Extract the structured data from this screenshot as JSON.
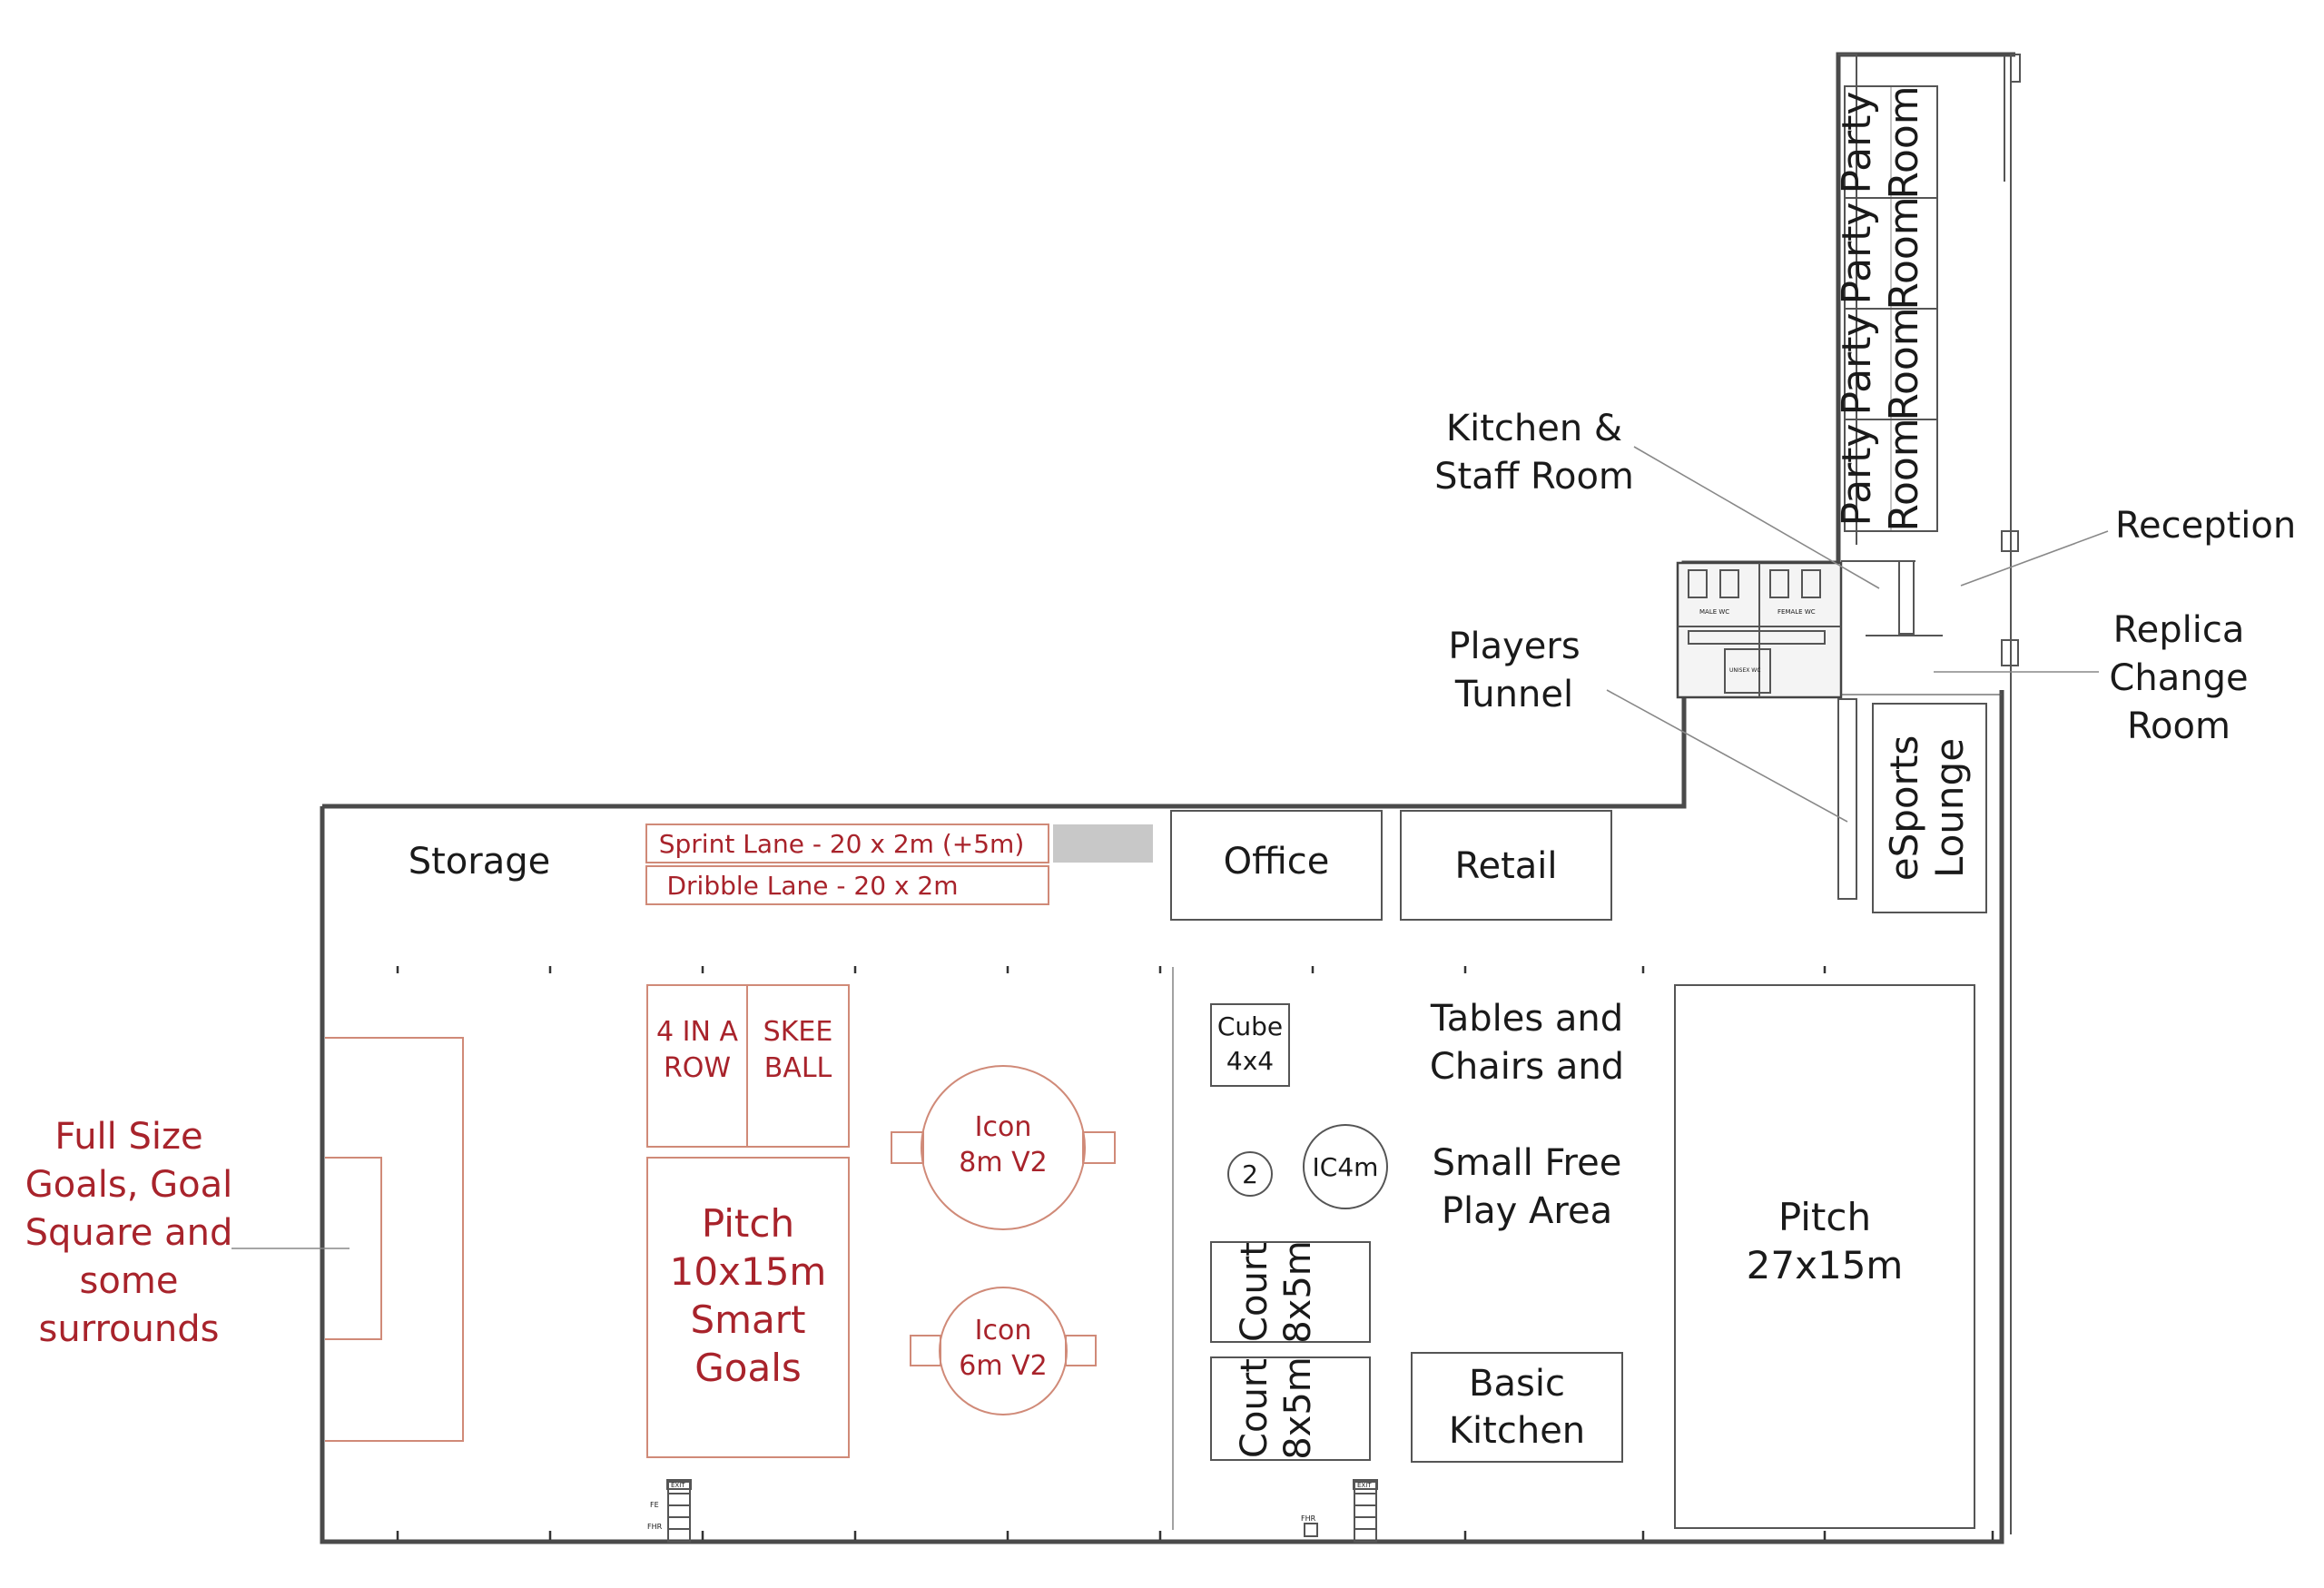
{
  "callouts": {
    "kitchen_staff": [
      "Kitchen &",
      "Staff Room"
    ],
    "reception": "Reception",
    "players_tunnel": [
      "Players",
      "Tunnel"
    ],
    "replica_change": [
      "Replica",
      "Change",
      "Room"
    ],
    "full_size_goals": [
      "Full Size",
      "Goals, Goal",
      "Square and",
      "some",
      "surrounds"
    ]
  },
  "rooms": {
    "party_room": [
      "Party",
      "Room"
    ],
    "esports": [
      "eSports",
      "Lounge"
    ],
    "storage": "Storage",
    "office": "Office",
    "retail": "Retail",
    "sprint_lane": "Sprint Lane - 20 x 2m (+5m)",
    "dribble_lane": "Dribble Lane - 20 x 2m",
    "four_in_a_row": [
      "4 IN A",
      "ROW"
    ],
    "skee_ball": [
      "SKEE",
      "BALL"
    ],
    "icon_8m": [
      "Icon",
      "8m V2"
    ],
    "icon_6m": [
      "Icon",
      "6m V2"
    ],
    "pitch_smart": [
      "Pitch",
      "10x15m",
      "Smart",
      "Goals"
    ],
    "cube": [
      "Cube",
      "4x4"
    ],
    "circle_2": "2",
    "ic4m": "IC4m",
    "court": [
      "Court",
      "8x5m"
    ],
    "tables_free_play": [
      "Tables and",
      "Chairs and",
      "Small Free",
      "Play Area"
    ],
    "basic_kitchen": [
      "Basic",
      "Kitchen"
    ],
    "pitch_27": [
      "Pitch",
      "27x15m"
    ]
  },
  "washrooms": {
    "male": "MALE WC",
    "female": "FEMALE WC",
    "unisex": "UNISEX WC"
  },
  "markers": {
    "exit": "EXIT",
    "fe": "FE",
    "fhr": "FHR"
  },
  "colors": {
    "red_text": "#a8232b",
    "red_outline": "#d08a78",
    "wall": "#4a4a4a",
    "grey_block": "#c8c8c8"
  }
}
